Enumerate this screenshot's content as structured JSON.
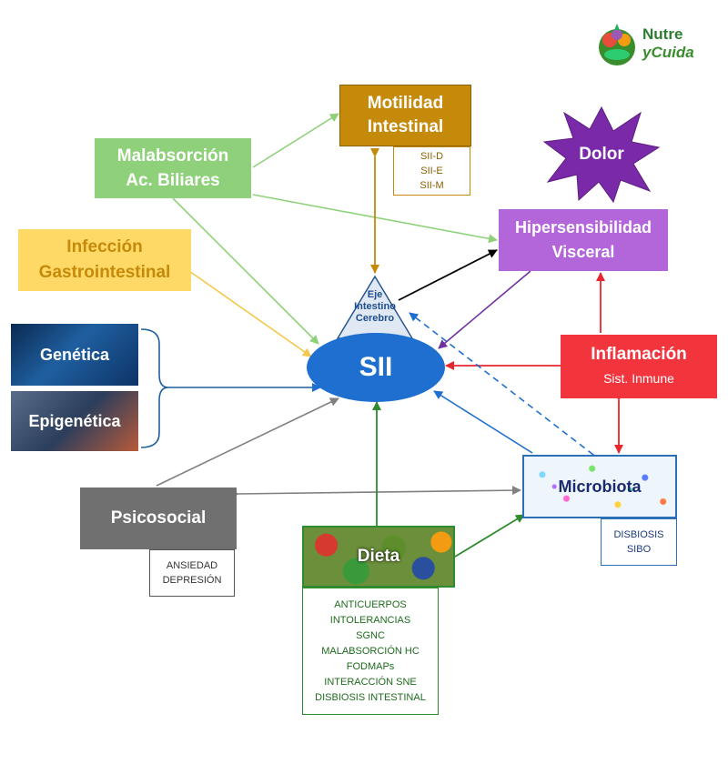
{
  "logo": {
    "line1": "Nutre",
    "line2": "yCuida"
  },
  "center": "SII",
  "eje": {
    "line1": "Eje",
    "line2": "Intestino",
    "line3": "Cerebro"
  },
  "motilidad": {
    "line1": "Motilidad",
    "line2": "Intestinal",
    "subtypes": [
      "SII-D",
      "SII-E",
      "SII-M"
    ]
  },
  "malabsorcion": {
    "line1": "Malabsorción",
    "line2": "Ac. Biliares"
  },
  "infeccion": {
    "line1": "Infección",
    "line2": "Gastrointestinal"
  },
  "genetica": "Genética",
  "epigenetica": "Epigenética",
  "dolor": "Dolor",
  "hipersensibilidad": {
    "line1": "Hipersensibilidad",
    "line2": "Visceral"
  },
  "inflamacion": {
    "line1": "Inflamación",
    "line2": "Sist. Inmune"
  },
  "microbiota": {
    "title": "Microbiota",
    "notes": [
      "DISBIOSIS",
      "SIBO"
    ]
  },
  "psicosocial": {
    "title": "Psicosocial",
    "notes": [
      "ANSIEDAD",
      "DEPRESIÓN"
    ]
  },
  "dieta": {
    "title": "Dieta",
    "notes": [
      "ANTICUERPOS",
      "INTOLERANCIAS",
      "SGNC",
      "MALABSORCIÓN HC",
      "FODMAPs",
      "INTERACCIÓN SNE",
      "DISBIOSIS INTESTINAL"
    ]
  },
  "colors": {
    "motilidad": "#c58a09",
    "malabsorcion": "#8fd17a",
    "infeccion": "#ffd966",
    "genetica": "#1f5fa0",
    "dolor": "#7a2aa8",
    "hipersensibilidad": "#b366d9",
    "inflamacion": "#f2343d",
    "sii": "#1e6fd0",
    "psicosocial": "#707070",
    "dieta_border": "#2e8b2e",
    "microbiota_border": "#2b6fb6"
  }
}
